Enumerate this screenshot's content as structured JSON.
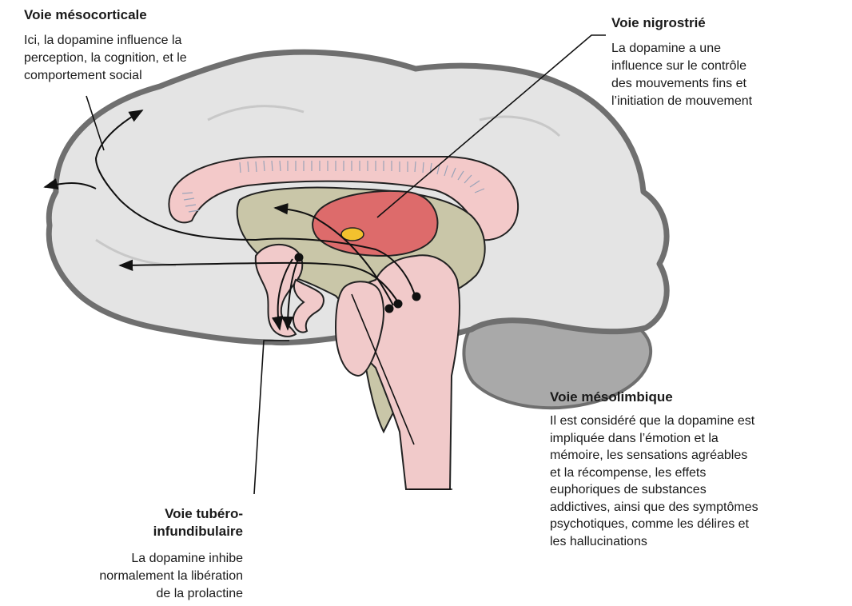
{
  "labels": {
    "mesocortical": {
      "title": "Voie mésocorticale",
      "lines": [
        "Ici, la dopamine influence la",
        "perception, la cognition, et le",
        "comportement social"
      ]
    },
    "nigrostriatal": {
      "title": "Voie nigrostrié",
      "lines": [
        "La dopamine a une",
        "influence sur le contrôle",
        "des mouvements fins et",
        "l’initiation de mouvement"
      ]
    },
    "mesolimbic": {
      "title": "Voie mésolimbique",
      "lines": [
        "Il est considéré que la dopamine est",
        "impliquée dans l’émotion et la",
        "mémoire, les sensations agréables",
        "et la récompense, les effets",
        "euphoriques de substances",
        "addictives, ainsi que des symptômes",
        "psychotiques, comme les délires et",
        "les hallucinations"
      ]
    },
    "tuberoinfundibular": {
      "title_lines": [
        "Voie tubéro-",
        "infundibulaire"
      ],
      "lines": [
        "La dopamine inhibe",
        "normalement la libération",
        "de la prolactine"
      ]
    }
  },
  "colors": {
    "cortex": "#e4e4e4",
    "cerebellum": "#a9a9a9",
    "brain_outline": "#6f6f6f",
    "limbic_pink": "#f3c9c9",
    "brainstem_pink": "#f1caca",
    "olive": "#c9c6a8",
    "striatum_red": "#dd6b6b",
    "nucleus_yellow": "#f2c12e"
  }
}
